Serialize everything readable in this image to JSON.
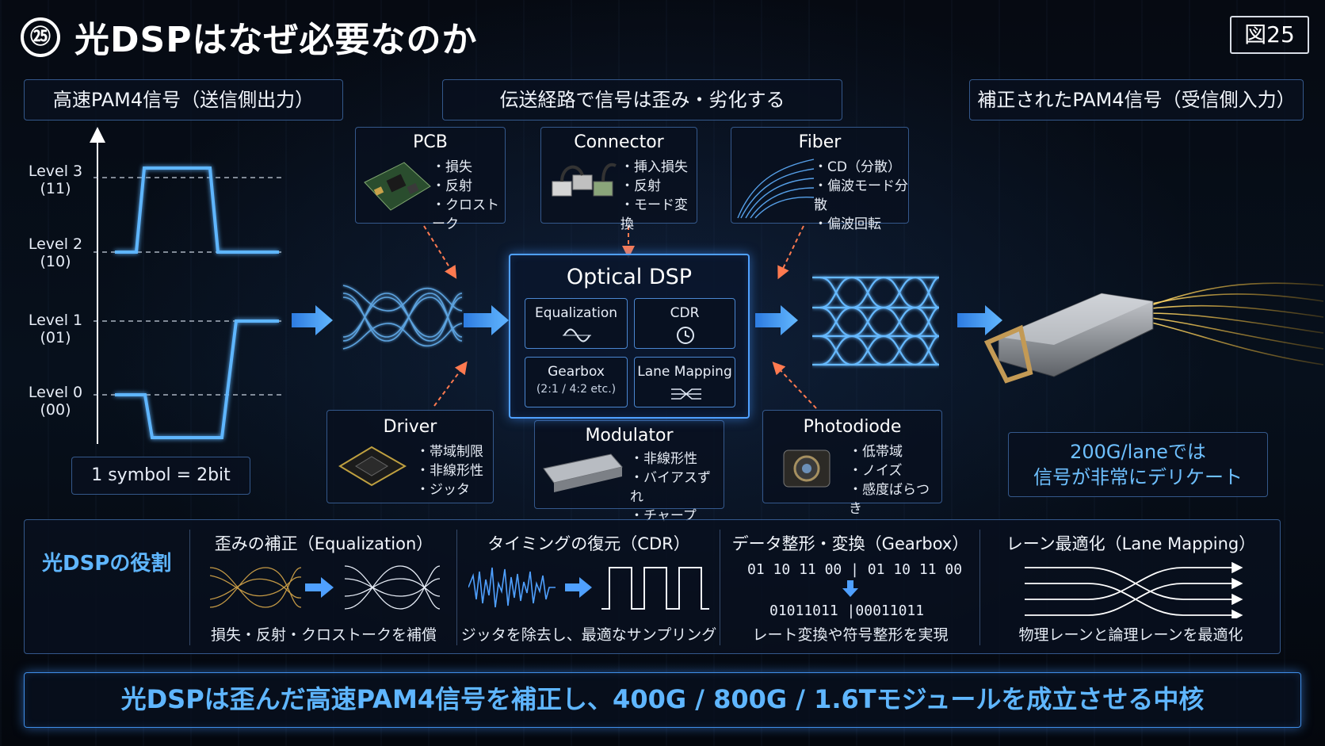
{
  "header": {
    "number": "㉕",
    "title": "光DSPはなぜ必要なのか",
    "figure_label": "図25"
  },
  "sections": {
    "tx": "高速PAM4信号（送信側出力）",
    "channel": "伝送経路で信号は歪み・劣化する",
    "rx": "補正されたPAM4信号（受信側入力）"
  },
  "levels": [
    {
      "name": "Level 3",
      "code": "(11)"
    },
    {
      "name": "Level 2",
      "code": "(10)"
    },
    {
      "name": "Level 1",
      "code": "(01)"
    },
    {
      "name": "Level 0",
      "code": "(00)"
    }
  ],
  "symbol_note": "1 symbol = 2bit",
  "impairments": {
    "pcb": {
      "title": "PCB",
      "items": [
        "損失",
        "反射",
        "クロストーク"
      ]
    },
    "connector": {
      "title": "Connector",
      "items": [
        "挿入損失",
        "反射",
        "モード変換"
      ]
    },
    "fiber": {
      "title": "Fiber",
      "items": [
        "CD（分散）",
        "偏波モード分散",
        "偏波回転"
      ]
    },
    "driver": {
      "title": "Driver",
      "items": [
        "帯域制限",
        "非線形性",
        "ジッタ"
      ]
    },
    "modulator": {
      "title": "Modulator",
      "items": [
        "非線形性",
        "バイアスずれ",
        "チャープ"
      ]
    },
    "photodiode": {
      "title": "Photodiode",
      "items": [
        "低帯域",
        "ノイズ",
        "感度ばらつき"
      ]
    }
  },
  "dsp": {
    "title": "Optical DSP",
    "blocks": {
      "eq": "Equalization",
      "cdr": "CDR",
      "gearbox": "Gearbox",
      "gearbox_sub": "(2:1 / 4:2 etc.)",
      "lane": "Lane Mapping"
    }
  },
  "callout": {
    "line1": "200G/laneでは",
    "line2": "信号が非常にデリケート"
  },
  "roles": {
    "label": "光DSPの役割",
    "items": [
      {
        "head": "歪みの補正（Equalization）",
        "foot": "損失・反射・クロストークを補償"
      },
      {
        "head": "タイミングの復元（CDR）",
        "foot": "ジッタを除去し、最適なサンプリング"
      },
      {
        "head": "データ整形・変換（Gearbox）",
        "foot": "レート変換や符号整形を実現"
      },
      {
        "head": "レーン最適化（Lane Mapping）",
        "foot": "物理レーンと論理レーンを最適化"
      }
    ],
    "gearbox_in": [
      "01",
      "10",
      "11",
      "00",
      "01",
      "10",
      "11",
      "00"
    ],
    "gearbox_out": [
      "01011011",
      "00011011"
    ]
  },
  "conclusion": "光DSPは歪んだ高速PAM4信号を補正し、400G / 800G / 1.6Tモジュールを成立させる中核",
  "colors": {
    "accent": "#4fa0ff",
    "highlight": "#5fb6ff",
    "fiber_gold": "#f3c64a",
    "signal": "#59b4ff"
  },
  "icons": [
    "chip-board-icon",
    "connector-icon",
    "fiber-icon",
    "driver-chip-icon",
    "modulator-icon",
    "photodiode-icon",
    "equalization-icon",
    "clock-icon",
    "lane-cross-icon",
    "transceiver-module-icon"
  ]
}
